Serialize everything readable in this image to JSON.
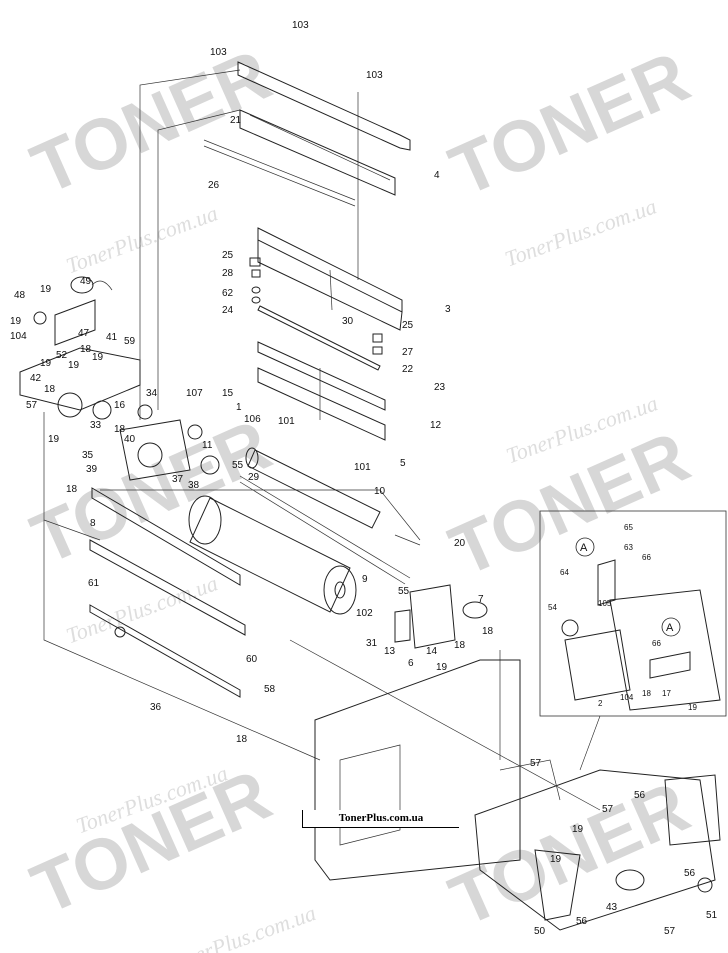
{
  "watermark": {
    "brand": "TONER",
    "site": "TonerPlus.com.ua"
  },
  "credit_box": "TonerPlus.com.ua",
  "callouts": [
    {
      "id": "c103a",
      "text": "103"
    },
    {
      "id": "c103b",
      "text": "103"
    },
    {
      "id": "c103c",
      "text": "103"
    },
    {
      "id": "c21",
      "text": "21"
    },
    {
      "id": "c4",
      "text": "4"
    },
    {
      "id": "c26",
      "text": "26"
    },
    {
      "id": "c25a",
      "text": "25"
    },
    {
      "id": "c28",
      "text": "28"
    },
    {
      "id": "c62",
      "text": "62"
    },
    {
      "id": "c24",
      "text": "24"
    },
    {
      "id": "c3",
      "text": "3"
    },
    {
      "id": "c30",
      "text": "30"
    },
    {
      "id": "c25b",
      "text": "25"
    },
    {
      "id": "c27",
      "text": "27"
    },
    {
      "id": "c22",
      "text": "22"
    },
    {
      "id": "c23",
      "text": "23"
    },
    {
      "id": "c12",
      "text": "12"
    },
    {
      "id": "c101a",
      "text": "101"
    },
    {
      "id": "c101b",
      "text": "101"
    },
    {
      "id": "c5",
      "text": "5"
    },
    {
      "id": "c49",
      "text": "49"
    },
    {
      "id": "c48",
      "text": "48"
    },
    {
      "id": "c19a",
      "text": "19"
    },
    {
      "id": "c19b",
      "text": "19"
    },
    {
      "id": "c104a",
      "text": "104"
    },
    {
      "id": "c47",
      "text": "47"
    },
    {
      "id": "c41",
      "text": "41"
    },
    {
      "id": "c59",
      "text": "59"
    },
    {
      "id": "c19c",
      "text": "19"
    },
    {
      "id": "c52",
      "text": "52"
    },
    {
      "id": "c18a",
      "text": "18"
    },
    {
      "id": "c19d",
      "text": "19"
    },
    {
      "id": "c42",
      "text": "42"
    },
    {
      "id": "c19e",
      "text": "19"
    },
    {
      "id": "c18b",
      "text": "18"
    },
    {
      "id": "c57a",
      "text": "57"
    },
    {
      "id": "c34",
      "text": "34"
    },
    {
      "id": "c107",
      "text": "107"
    },
    {
      "id": "c15",
      "text": "15"
    },
    {
      "id": "c1",
      "text": "1"
    },
    {
      "id": "c106",
      "text": "106"
    },
    {
      "id": "c16",
      "text": "16"
    },
    {
      "id": "c18c",
      "text": "18"
    },
    {
      "id": "c33",
      "text": "33"
    },
    {
      "id": "c40",
      "text": "40"
    },
    {
      "id": "c19f",
      "text": "19"
    },
    {
      "id": "c11",
      "text": "11"
    },
    {
      "id": "c35",
      "text": "35"
    },
    {
      "id": "c39",
      "text": "39"
    },
    {
      "id": "c37",
      "text": "37"
    },
    {
      "id": "c38",
      "text": "38"
    },
    {
      "id": "c55a",
      "text": "55"
    },
    {
      "id": "c29",
      "text": "29"
    },
    {
      "id": "c10",
      "text": "10"
    },
    {
      "id": "c18d",
      "text": "18"
    },
    {
      "id": "c8",
      "text": "8"
    },
    {
      "id": "c20",
      "text": "20"
    },
    {
      "id": "c61",
      "text": "61"
    },
    {
      "id": "c9",
      "text": "9"
    },
    {
      "id": "c55b",
      "text": "55"
    },
    {
      "id": "c7",
      "text": "7"
    },
    {
      "id": "c18e",
      "text": "18"
    },
    {
      "id": "c102",
      "text": "102"
    },
    {
      "id": "c31",
      "text": "31"
    },
    {
      "id": "c13",
      "text": "13"
    },
    {
      "id": "c6",
      "text": "6"
    },
    {
      "id": "c14",
      "text": "14"
    },
    {
      "id": "c18f",
      "text": "18"
    },
    {
      "id": "c19g",
      "text": "19"
    },
    {
      "id": "c60",
      "text": "60"
    },
    {
      "id": "c36",
      "text": "36"
    },
    {
      "id": "c58",
      "text": "58"
    },
    {
      "id": "c18g",
      "text": "18"
    },
    {
      "id": "c65",
      "text": "65"
    },
    {
      "id": "cA1",
      "text": "A"
    },
    {
      "id": "c63",
      "text": "63"
    },
    {
      "id": "c66a",
      "text": "66"
    },
    {
      "id": "c64",
      "text": "64"
    },
    {
      "id": "c105",
      "text": "105"
    },
    {
      "id": "c54",
      "text": "54"
    },
    {
      "id": "c66b",
      "text": "66"
    },
    {
      "id": "cA2",
      "text": "A"
    },
    {
      "id": "c2",
      "text": "2"
    },
    {
      "id": "c104b",
      "text": "104"
    },
    {
      "id": "c18h",
      "text": "18"
    },
    {
      "id": "c17",
      "text": "17"
    },
    {
      "id": "c19h",
      "text": "19"
    },
    {
      "id": "c57b",
      "text": "57"
    },
    {
      "id": "c56a",
      "text": "56"
    },
    {
      "id": "c57c",
      "text": "57"
    },
    {
      "id": "c19i",
      "text": "19"
    },
    {
      "id": "c19j",
      "text": "19"
    },
    {
      "id": "c56b",
      "text": "56"
    },
    {
      "id": "c43",
      "text": "43"
    },
    {
      "id": "c50",
      "text": "50"
    },
    {
      "id": "c56c",
      "text": "56"
    },
    {
      "id": "c57d",
      "text": "57"
    },
    {
      "id": "c51",
      "text": "51"
    }
  ]
}
